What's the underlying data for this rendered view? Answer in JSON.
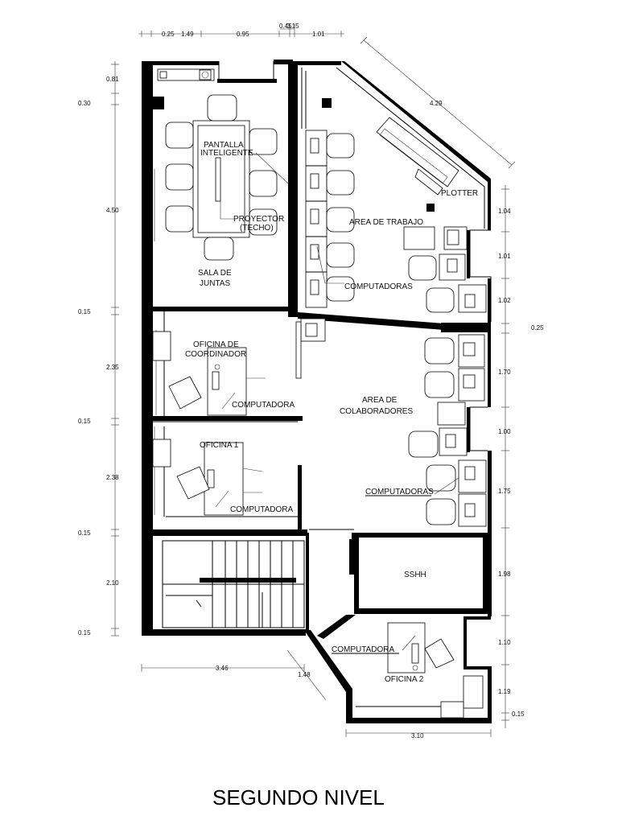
{
  "title": "SEGUNDO NIVEL",
  "rooms": {
    "pantalla": "PANTALLA",
    "inteligente": "INTELIGENTE",
    "proyector": "PROYECTOR",
    "techo": "(TECHO)",
    "sala": "SALA DE",
    "juntas": "JUNTAS",
    "plotter": "PLOTTER",
    "area_trabajo": "AREA DE TRABAJO",
    "computadoras_1": "COMPUTADORAS",
    "oficina_coord_1": "OFICINA DE",
    "oficina_coord_2": "COORDINADOR",
    "computadora_coord": "COMPUTADORA",
    "area_colab_1": "AREA DE",
    "area_colab_2": "COLABORADORES",
    "oficina1": "OFICINA 1",
    "computadora_of1": "COMPUTADORA",
    "computadoras_2": "COMPUTADORAS",
    "sshh": "SSHH",
    "computadora_of2": "COMPUTADORA",
    "oficina2": "OFICINA 2"
  },
  "dims_top": [
    "0.25",
    "1.49",
    "0.95",
    "0.45",
    "0.15",
    "1.01"
  ],
  "dims_left": [
    "0.81",
    "0.30",
    "4.50",
    "0.15",
    "2.35",
    "0.15",
    "2.38",
    "0.15",
    "2.10",
    "0.15"
  ],
  "dims_right": [
    "1.04",
    "1.01",
    "1.02",
    "0.25",
    "1.70",
    "1.00",
    "1.75",
    "1.98",
    "1.10",
    "1.19",
    "0.15"
  ],
  "dims_diag": "4.29",
  "dims_bottom": [
    "3.46",
    "1.48",
    "3.10"
  ]
}
